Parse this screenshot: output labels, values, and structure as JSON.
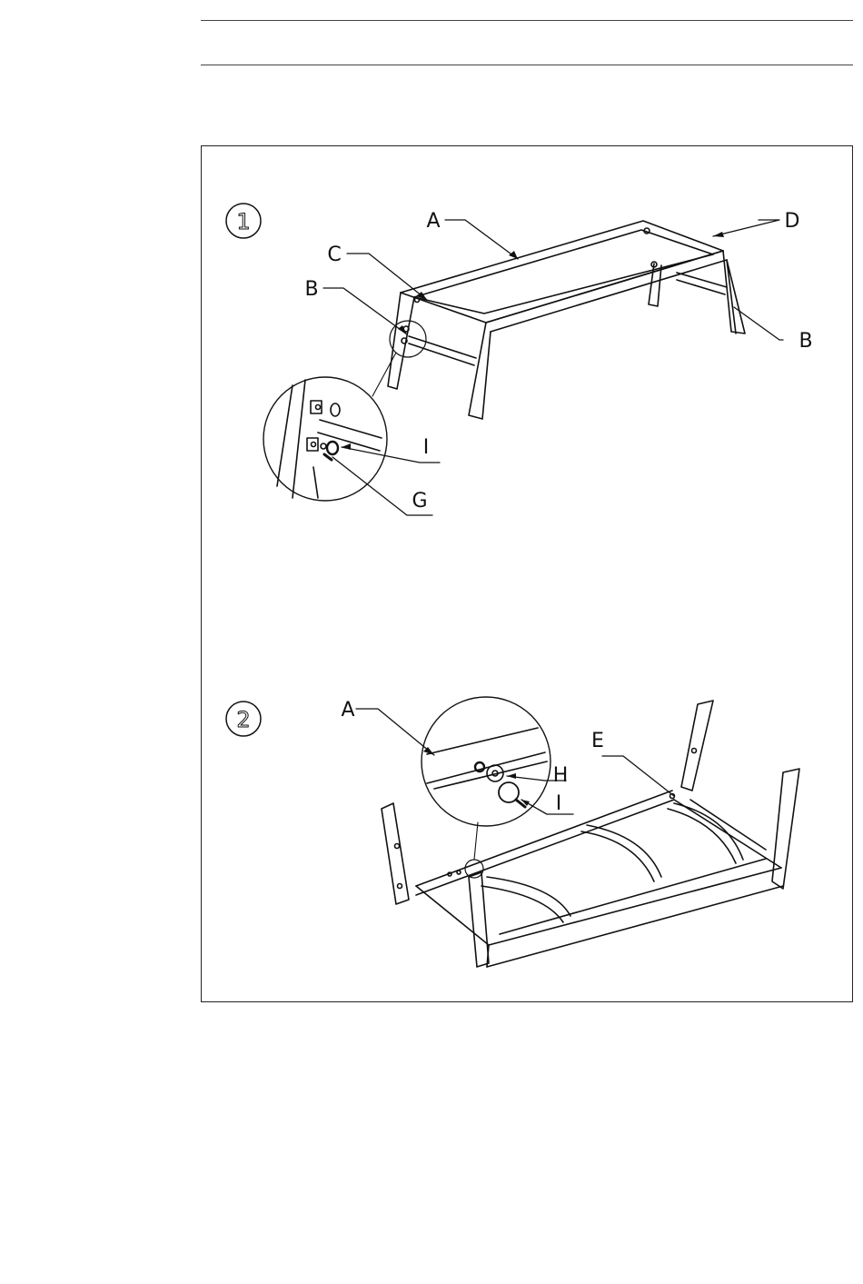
{
  "steps": [
    {
      "number": "1",
      "callouts": {
        "a": "A",
        "b_left": "B",
        "b_right": "B",
        "c": "C",
        "d": "D",
        "i": "I",
        "g": "G"
      }
    },
    {
      "number": "2",
      "callouts": {
        "a": "A",
        "e": "E",
        "h": "H",
        "i": "I"
      }
    }
  ]
}
